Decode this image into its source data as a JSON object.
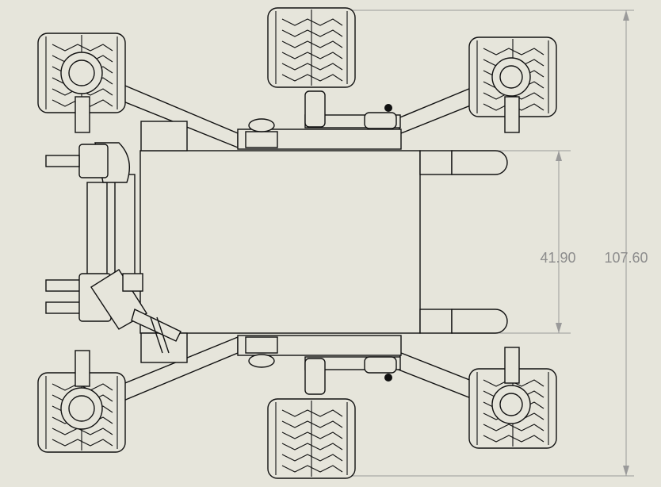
{
  "dimensions": {
    "inner_width_value": "41.90",
    "overall_width_value": "107.60"
  },
  "colors": {
    "background": "#e6e5db",
    "line": "#111111",
    "dimension_line": "#9a9a9a",
    "dimension_text": "#8c8c8c"
  },
  "components": {
    "wheels": [
      "wheel",
      "wheel",
      "wheel",
      "wheel",
      "wheel",
      "wheel"
    ]
  }
}
